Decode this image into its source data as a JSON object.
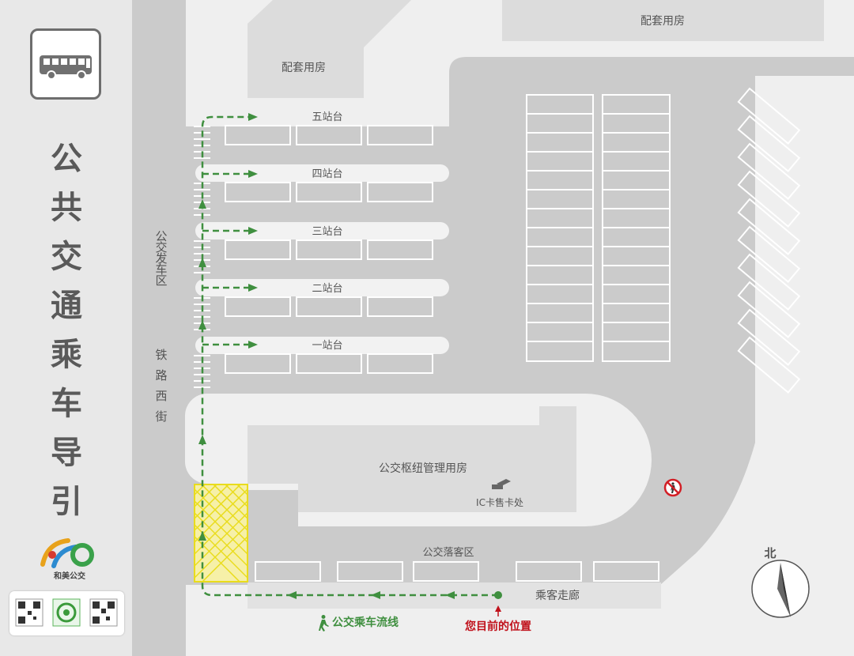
{
  "sidebar": {
    "title_chars": [
      "公",
      "共",
      "交",
      "通",
      "乘",
      "车",
      "导",
      "引"
    ],
    "bus_icon": "bus-icon",
    "logo_text": "和美公交"
  },
  "map": {
    "ancillary_top_right": "配套用房",
    "ancillary_top_left": "配套用房",
    "platforms": [
      "五站台",
      "四站台",
      "三站台",
      "二站台",
      "一站台"
    ],
    "departure_area_chars": [
      "公",
      "交",
      "发",
      "车",
      "区"
    ],
    "street_chars": [
      "铁",
      "路",
      "西",
      "街"
    ],
    "management_building": "公交枢纽管理用房",
    "ic_card_office": "IC卡售卡处",
    "dropoff_area": "公交落客区",
    "corridor": "乘客走廊",
    "north_label": "北",
    "no_pedestrian_icon": "no-pedestrian-icon"
  },
  "legend": {
    "flow_line": "公交乘车流线",
    "flow_color": "#3f8f3f",
    "you_are_here": "您目前的位置",
    "you_are_here_color": "#c0111b"
  },
  "colors": {
    "road": "#cbcbcb",
    "building": "#dcdcdc",
    "yellow_box": "#f2ea2a"
  }
}
